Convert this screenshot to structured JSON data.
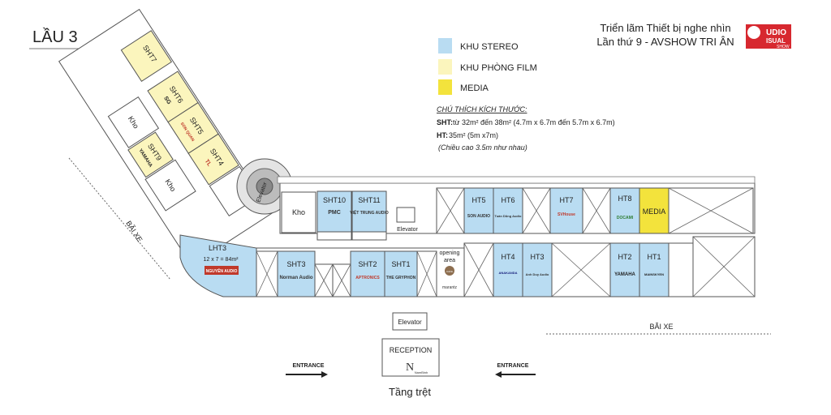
{
  "floor_label": "LẦU 3",
  "header": {
    "line1": "Triển lãm Thiết bị nghe nhìn",
    "line2": "Lần thứ 9 - AVSHOW TRI ÂN",
    "logo": {
      "main": "UDIO",
      "sub": "ISUAL",
      "tag": "SHOW"
    }
  },
  "legend": [
    {
      "label": "KHU STEREO",
      "color": "#b9dcf2"
    },
    {
      "label": "KHU PHÒNG FILM",
      "color": "#fbf5bd"
    },
    {
      "label": "MEDIA",
      "color": "#f3e33c"
    }
  ],
  "notes": {
    "title": "CHÚ THÍCH KÍCH THƯỚC:",
    "sht_label": "SHT:",
    "sht_text": "từ 32m² đến 38m² (4.7m x 6.7m đến 5.7m x 6.7m)",
    "ht_label": "HT:",
    "ht_text": "35m² (5m x7m)",
    "height": "(Chiều cao 3.5m như nhau)"
  },
  "rooms": {
    "sht7": "SHT7",
    "sht6": "SHT6",
    "sht5": "SHT5",
    "sht4": "SHT4",
    "sht9": "SHT9",
    "kho1": "Kho",
    "kho2": "Kho",
    "kho3": "Kho",
    "elevator_left": "Elevator",
    "sht10": "SHT10",
    "sht11": "SHT11",
    "elevator_mid": "Elevator",
    "ht5": "HT5",
    "ht6": "HT6",
    "ht7": "HT7",
    "ht8": "HT8",
    "media": "MEDIA",
    "lht3": "LHT3",
    "lht3_size": "12 x 7 = 84m²",
    "sht3": "SHT3",
    "sht2": "SHT2",
    "sht1": "SHT1",
    "opening": "opening",
    "opening2": "area",
    "ht4": "HT4",
    "ht3": "HT3",
    "ht2": "HT2",
    "ht1": "HT1"
  },
  "logos": {
    "sht6": "SG",
    "sht5": "SON QUAN",
    "sht4": "TL",
    "sht9": "YAMAHA",
    "lht3": "NGUYỄN AUDIO",
    "sht3": "Norman Audio",
    "sht2": "APTRONICS",
    "sht1": "THE GRYPHON",
    "sht11": "VIỆT TRUNG AUDIO",
    "sht10": "PMC",
    "ht5": "SON AUDIO",
    "ht6": "Tuấn Dũng Audio",
    "ht7": "SVHouse",
    "ht8": "DOCAMI",
    "ht4": "ANAKANDA",
    "ht3": "Anh Duy Audio",
    "ht2": "YAMAHA",
    "ht1": "MAINSKYEN",
    "opening": "CAFE",
    "marantz": "marantz"
  },
  "bai_xe_left": "BÃI XE",
  "bai_xe_right": "BÃI XE",
  "elevator_ground": "Elevator",
  "reception": "RECEPTION",
  "reception_logo": "N",
  "reception_logo_sub": "NamBinh",
  "entrance_left": "ENTRANCE",
  "entrance_right": "ENTRANCE",
  "ground_floor": "Tầng trệt"
}
